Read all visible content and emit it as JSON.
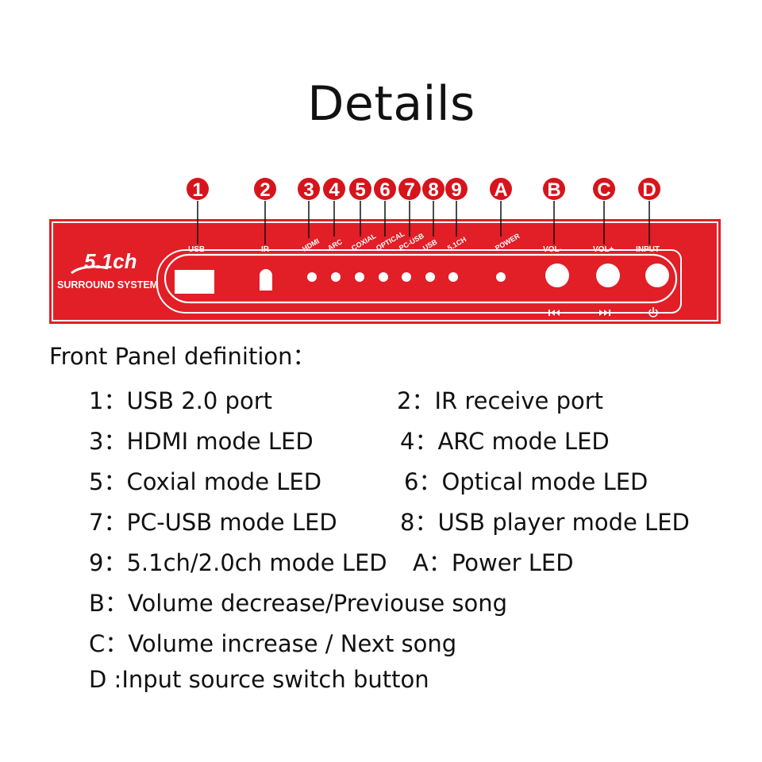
{
  "title": "Details",
  "colors": {
    "panel_red": "#e21e26",
    "marker_red": "#d7141b",
    "white": "#ffffff",
    "text": "#111111"
  },
  "markers": [
    "1",
    "2",
    "3",
    "4",
    "5",
    "6",
    "7",
    "8",
    "9",
    "A",
    "B",
    "C",
    "D"
  ],
  "panel": {
    "logo_mark": "5.1ch",
    "logo_text": "SURROUND SYSTEM",
    "port_labels": [
      "USB",
      "IR",
      "HDMI",
      "ARC",
      "COXIAL",
      "OPTICAL",
      "PC-USB",
      "USB",
      "5.1CH",
      "POWER",
      "VOL-",
      "VOL+",
      "INPUT"
    ],
    "bottom_icons": [
      "previous-icon",
      "next-icon",
      "power-icon"
    ]
  },
  "section_title": "Front Panel definition：",
  "definitions": [
    {
      "key": "1：",
      "text": "USB 2.0 port"
    },
    {
      "key": "2：",
      "text": "IR receive port"
    },
    {
      "key": "3：",
      "text": "HDMI mode LED"
    },
    {
      "key": "4：",
      "text": "ARC mode LED"
    },
    {
      "key": "5：",
      "text": "Coxial mode LED"
    },
    {
      "key": "6：",
      "text": "Optical mode LED"
    },
    {
      "key": "7：",
      "text": "PC-USB mode LED"
    },
    {
      "key": "8：",
      "text": "USB player mode LED"
    },
    {
      "key": "9：",
      "text": "5.1ch/2.0ch mode LED"
    },
    {
      "key": "A：",
      "text": "Power LED"
    },
    {
      "key": "B：",
      "text": "Volume decrease/Previouse song"
    },
    {
      "key": "C：",
      "text": "Volume increase / Next song"
    },
    {
      "key": "D :",
      "text": "Input source switch button"
    }
  ]
}
